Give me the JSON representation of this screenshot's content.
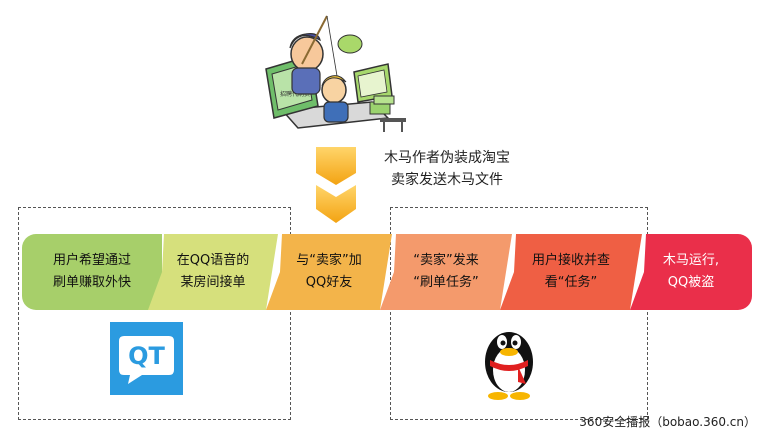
{
  "caption": {
    "line1": "木马作者伪装成淘宝",
    "line2": "卖家发送木马文件"
  },
  "steps": [
    {
      "label": "用户希望通过\n刷单赚取外快",
      "color": "#a7cf6a"
    },
    {
      "label": "在QQ语音的\n某房间接单",
      "color": "#d6e07c"
    },
    {
      "label": "与“卖家”加\nQQ好友",
      "color": "#f3b44a"
    },
    {
      "label": "“卖家”发来\n“刷单任务”",
      "color": "#f49a6c"
    },
    {
      "label": "用户接收并查\n看“任务”",
      "color": "#ef5f44"
    },
    {
      "label": "木马运行,\nQQ被盗",
      "color": "#ea2f4a"
    }
  ],
  "logo_qt": {
    "text": "QT",
    "color": "#2b9be0"
  },
  "footer": "360安全播报（bobao.360.cn）",
  "icons": {
    "illustration": "hacker-at-computer-icon",
    "arrow": "chevron-down-icon",
    "penguin": "qq-penguin-icon"
  }
}
